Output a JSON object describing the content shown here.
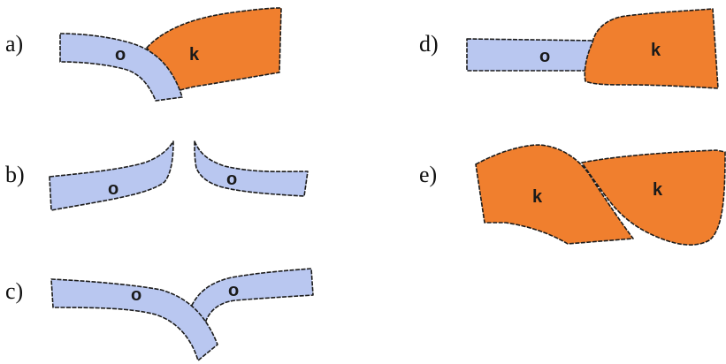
{
  "colors": {
    "oceanic": "#b9c7f0",
    "continental": "#f07f2e",
    "outline": "#1c1c1c"
  },
  "panels": {
    "a": {
      "label": "a)",
      "plate_left": "o",
      "plate_right": "k"
    },
    "b": {
      "label": "b)",
      "plate_left": "o",
      "plate_right": "o"
    },
    "c": {
      "label": "c)",
      "plate_left": "o",
      "plate_right": "o"
    },
    "d": {
      "label": "d)",
      "plate_left": "o",
      "plate_right": "k"
    },
    "e": {
      "label": "e)",
      "plate_left": "k",
      "plate_right": "k"
    }
  }
}
